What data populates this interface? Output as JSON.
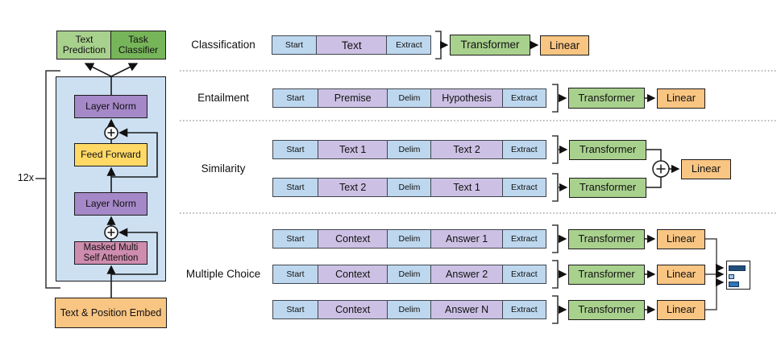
{
  "figure": {
    "left": {
      "outputs": {
        "text_prediction": "Text Prediction",
        "task_classifier": "Task Classifier"
      },
      "blocks": {
        "layer_norm_top": "Layer Norm",
        "feed_forward": "Feed Forward",
        "layer_norm_bottom": "Layer Norm",
        "masked_attention": "Masked Multi Self Attention",
        "embed": "Text & Position Embed"
      },
      "repeat_label": "12x"
    },
    "tasks": {
      "classification": {
        "label": "Classification",
        "tokens": [
          "Start",
          "Text",
          "Extract"
        ],
        "transformer": "Transformer",
        "linear": "Linear"
      },
      "entailment": {
        "label": "Entailment",
        "tokens": [
          "Start",
          "Premise",
          "Delim",
          "Hypothesis",
          "Extract"
        ],
        "transformer": "Transformer",
        "linear": "Linear"
      },
      "similarity": {
        "label": "Similarity",
        "rows": [
          {
            "tokens": [
              "Start",
              "Text 1",
              "Delim",
              "Text 2",
              "Extract"
            ],
            "transformer": "Transformer"
          },
          {
            "tokens": [
              "Start",
              "Text 2",
              "Delim",
              "Text 1",
              "Extract"
            ],
            "transformer": "Transformer"
          }
        ],
        "linear": "Linear"
      },
      "multiple_choice": {
        "label": "Multiple Choice",
        "rows": [
          {
            "tokens": [
              "Start",
              "Context",
              "Delim",
              "Answer 1",
              "Extract"
            ],
            "transformer": "Transformer",
            "linear": "Linear"
          },
          {
            "tokens": [
              "Start",
              "Context",
              "Delim",
              "Answer 2",
              "Extract"
            ],
            "transformer": "Transformer",
            "linear": "Linear"
          },
          {
            "tokens": [
              "Start",
              "Context",
              "Delim",
              "Answer N",
              "Extract"
            ],
            "transformer": "Transformer",
            "linear": "Linear"
          }
        ]
      }
    },
    "colors": {
      "token_blue": "#BDD7EE",
      "token_purple": "#CCC1E4",
      "container_blue": "#CDE0F2",
      "layer_norm_purple": "#A588C8",
      "feed_forward_yellow": "#FFD966",
      "attention_pink": "#CE8CAE",
      "transformer_green": "#A9D18E",
      "classifier_green": "#77B55A",
      "orange": "#F9C583",
      "result_bar_dark": "#1F4E79",
      "result_bar_light": "#9DC3E6",
      "result_bar_mid": "#2E75B6"
    }
  }
}
